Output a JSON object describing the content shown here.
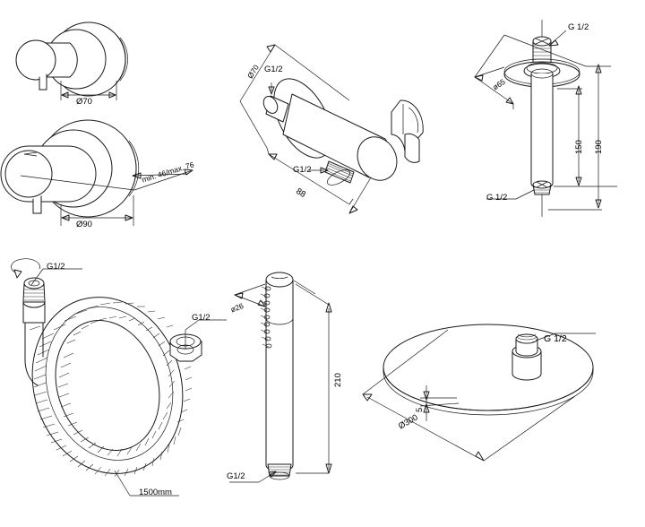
{
  "sheet": {
    "title": "Shower set technical dimension drawings",
    "background_color": "#ffffff",
    "line_color": "#1a1a1a",
    "units": "mm",
    "view_count": 6
  },
  "views": {
    "concealed_valve_small": {
      "name": "Concealed stop valve with round escutcheon",
      "labels": {
        "diameter": "Ø70"
      }
    },
    "concealed_valve_large": {
      "name": "Concealed mixer with round escutcheon",
      "labels": {
        "diameter": "Ø90",
        "depth_range": "min. 46/max. 76"
      }
    },
    "wall_outlet_holder": {
      "name": "Wall outlet elbow with hand shower holder",
      "labels": {
        "flange_diameter": "Ø70",
        "inlet_thread": "G1/2",
        "outlet_thread": "G1/2",
        "projection": "88"
      }
    },
    "ceiling_arm": {
      "name": "Ceiling shower arm",
      "labels": {
        "flange_diameter": "ø65",
        "top_thread": "G 1/2",
        "bottom_thread": "G 1/2",
        "length_short": "150",
        "length_total": "190"
      }
    },
    "shower_hose": {
      "name": "Flexible shower hose",
      "labels": {
        "cone_thread": "G1/2",
        "nut_thread": "G1/2",
        "length": "1500mm"
      }
    },
    "hand_shower": {
      "name": "Stick hand shower",
      "labels": {
        "diameter": "ø26",
        "length": "210",
        "connection_thread": "G1/2"
      }
    },
    "head_shower": {
      "name": "Round overhead rain shower",
      "labels": {
        "diameter": "Ø300",
        "thickness": "5",
        "connection_thread": "G 1/2"
      }
    }
  }
}
